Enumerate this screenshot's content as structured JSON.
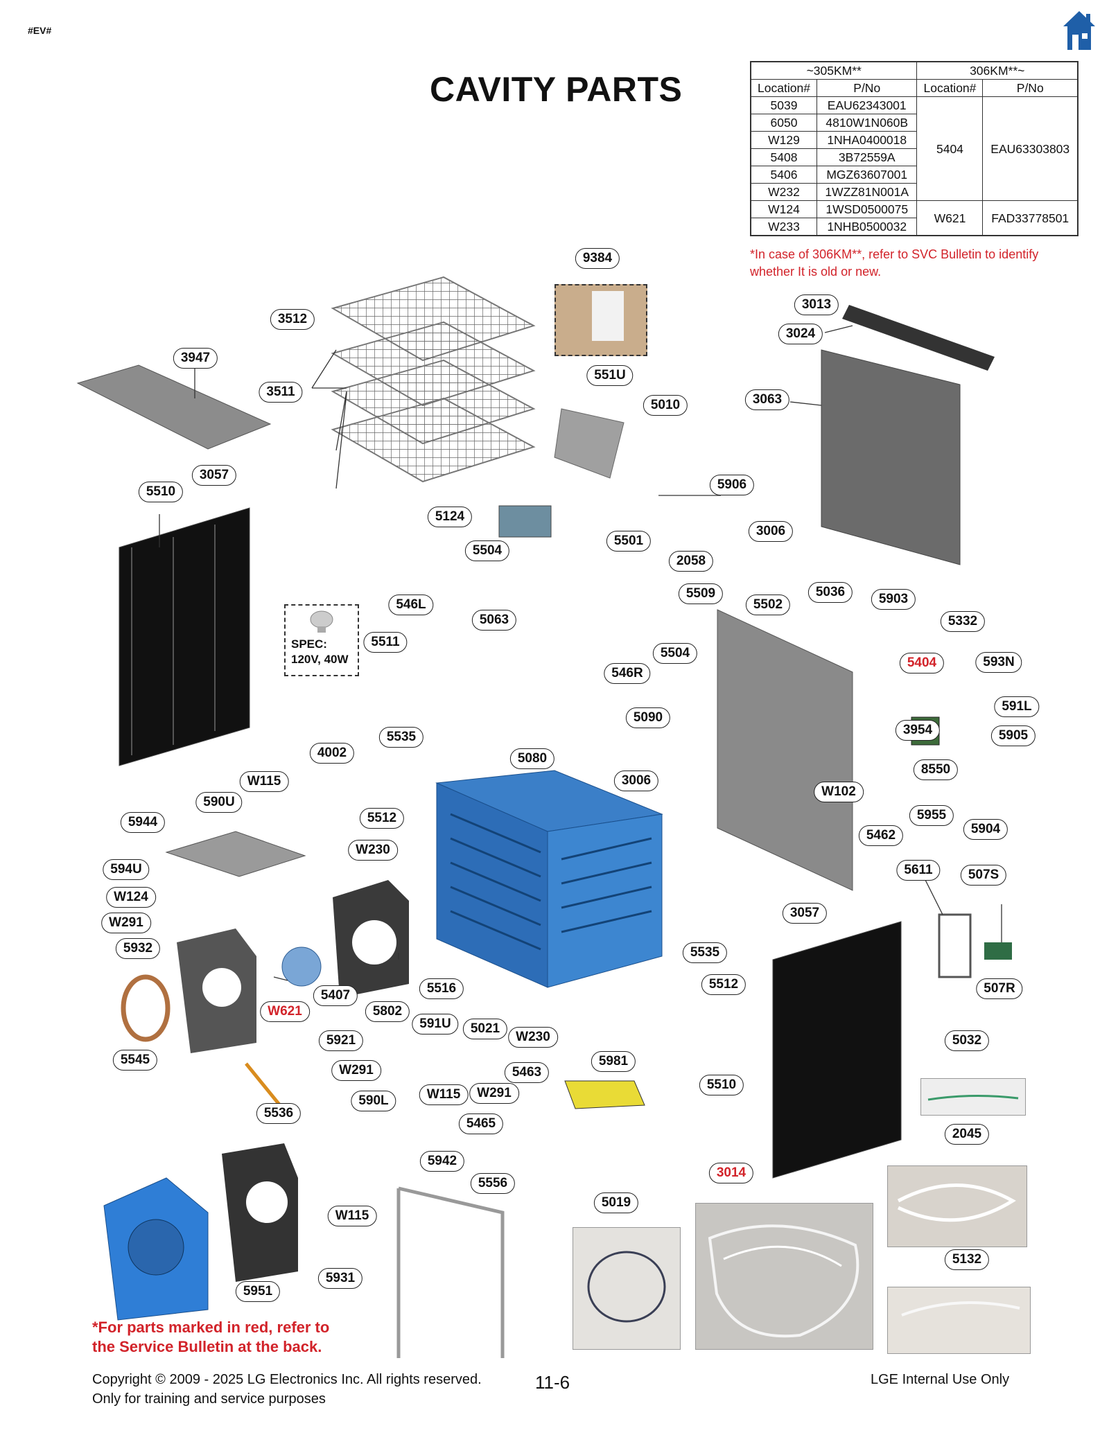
{
  "header": {
    "tag": "#EV#",
    "title": "CAVITY PARTS"
  },
  "part_table": {
    "group1_label": "~305KM**",
    "group2_label": "306KM**~",
    "col_location": "Location#",
    "col_pno": "P/No",
    "rows": [
      {
        "loc": "5039",
        "pno": "EAU62343001"
      },
      {
        "loc": "6050",
        "pno": "4810W1N060B"
      },
      {
        "loc": "W129",
        "pno": "1NHA0400018"
      },
      {
        "loc": "5408",
        "pno": "3B72559A"
      },
      {
        "loc": "5406",
        "pno": "MGZ63607001"
      },
      {
        "loc": "W232",
        "pno": "1WZZ81N001A"
      },
      {
        "loc": "W124",
        "pno": "1WSD0500075"
      },
      {
        "loc": "W233",
        "pno": "1NHB0500032"
      }
    ],
    "new_rows": [
      {
        "loc": "5404",
        "pno": "EAU63303803"
      },
      {
        "loc": "W621",
        "pno": "FAD33778501"
      }
    ]
  },
  "notes": {
    "svc_note": "*In case of 306KM**, refer to SVC Bulletin to identify whether It is old or new.",
    "red_parts_note_1": "*For parts marked in red, refer to",
    "red_parts_note_2": "the Service Bulletin at the back.",
    "spec_label": "SPEC:",
    "spec_value": "120V, 40W"
  },
  "footer": {
    "copyright": "Copyright © 2009 - 2025 LG Electronics Inc. All rights reserved.",
    "training": "Only for training and service purposes",
    "page": "11-6",
    "internal": "LGE Internal Use Only"
  },
  "callouts": [
    {
      "label": "9384",
      "red": false
    },
    {
      "label": "3512",
      "red": false
    },
    {
      "label": "3947",
      "red": false
    },
    {
      "label": "3511",
      "red": false
    },
    {
      "label": "551U",
      "red": false
    },
    {
      "label": "5010",
      "red": false
    },
    {
      "label": "3013",
      "red": false
    },
    {
      "label": "3024",
      "red": false
    },
    {
      "label": "3063",
      "red": false
    },
    {
      "label": "3057",
      "red": false
    },
    {
      "label": "5510",
      "red": false
    },
    {
      "label": "5906",
      "red": false
    },
    {
      "label": "5124",
      "red": false
    },
    {
      "label": "3006",
      "red": false
    },
    {
      "label": "5501",
      "red": false
    },
    {
      "label": "5504",
      "red": false
    },
    {
      "label": "2058",
      "red": false
    },
    {
      "label": "5036",
      "red": false
    },
    {
      "label": "5509",
      "red": false
    },
    {
      "label": "5903",
      "red": false
    },
    {
      "label": "546L",
      "red": false
    },
    {
      "label": "5502",
      "red": false
    },
    {
      "label": "5332",
      "red": false
    },
    {
      "label": "5063",
      "red": false
    },
    {
      "label": "5504",
      "red": false
    },
    {
      "label": "5511",
      "red": false
    },
    {
      "label": "546R",
      "red": false
    },
    {
      "label": "5404",
      "red": true
    },
    {
      "label": "593N",
      "red": false
    },
    {
      "label": "591L",
      "red": false
    },
    {
      "label": "5090",
      "red": false
    },
    {
      "label": "3954",
      "red": false
    },
    {
      "label": "5905",
      "red": false
    },
    {
      "label": "5535",
      "red": false
    },
    {
      "label": "4002",
      "red": false
    },
    {
      "label": "5080",
      "red": false
    },
    {
      "label": "8550",
      "red": false
    },
    {
      "label": "W115",
      "red": false
    },
    {
      "label": "3006",
      "red": false
    },
    {
      "label": "W102",
      "red": false
    },
    {
      "label": "590U",
      "red": false
    },
    {
      "label": "5955",
      "red": false
    },
    {
      "label": "5944",
      "red": false
    },
    {
      "label": "5512",
      "red": false
    },
    {
      "label": "5904",
      "red": false
    },
    {
      "label": "5462",
      "red": false
    },
    {
      "label": "W230",
      "red": false
    },
    {
      "label": "594U",
      "red": false
    },
    {
      "label": "5611",
      "red": false
    },
    {
      "label": "507S",
      "red": false
    },
    {
      "label": "W124",
      "red": false
    },
    {
      "label": "3057",
      "red": false
    },
    {
      "label": "W291",
      "red": false
    },
    {
      "label": "5932",
      "red": false
    },
    {
      "label": "5535",
      "red": false
    },
    {
      "label": "5407",
      "red": false
    },
    {
      "label": "5516",
      "red": false
    },
    {
      "label": "5512",
      "red": false
    },
    {
      "label": "507R",
      "red": false
    },
    {
      "label": "W621",
      "red": true
    },
    {
      "label": "5802",
      "red": false
    },
    {
      "label": "591U",
      "red": false
    },
    {
      "label": "5545",
      "red": false
    },
    {
      "label": "5021",
      "red": false
    },
    {
      "label": "W230",
      "red": false
    },
    {
      "label": "5921",
      "red": false
    },
    {
      "label": "5032",
      "red": false
    },
    {
      "label": "W291",
      "red": false
    },
    {
      "label": "5463",
      "red": false
    },
    {
      "label": "5981",
      "red": false
    },
    {
      "label": "W291",
      "red": false
    },
    {
      "label": "5510",
      "red": false
    },
    {
      "label": "590L",
      "red": false
    },
    {
      "label": "W115",
      "red": false
    },
    {
      "label": "5536",
      "red": false
    },
    {
      "label": "5465",
      "red": false
    },
    {
      "label": "2045",
      "red": false
    },
    {
      "label": "5942",
      "red": false
    },
    {
      "label": "3014",
      "red": true
    },
    {
      "label": "5556",
      "red": false
    },
    {
      "label": "5019",
      "red": false
    },
    {
      "label": "W115",
      "red": false
    },
    {
      "label": "5132",
      "red": false
    },
    {
      "label": "5931",
      "red": false
    },
    {
      "label": "5951",
      "red": false
    }
  ]
}
